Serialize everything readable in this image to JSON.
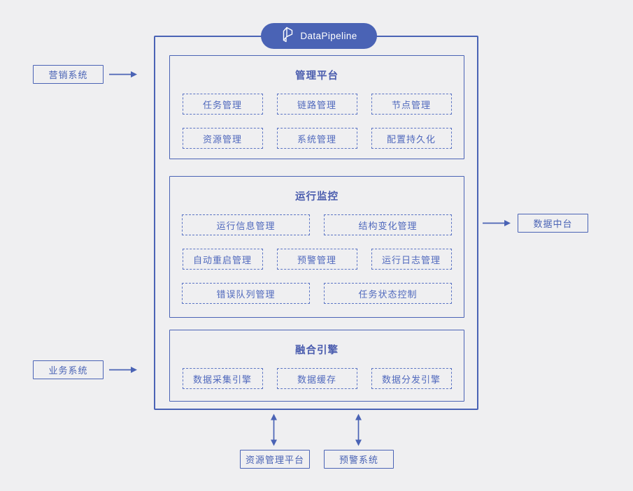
{
  "badge": {
    "label": "DataPipeline",
    "logo": "datapipeline-cube-logo"
  },
  "colors": {
    "accent": "#4a63b5",
    "dashed_border": "#5b74c4",
    "module_text": "#5069bd",
    "section_title": "#4a5cae",
    "background": "#efeff1",
    "badge_text": "#ffffff"
  },
  "sections": [
    {
      "title": "管理平台",
      "rows": [
        [
          "任务管理",
          "链路管理",
          "节点管理"
        ],
        [
          "资源管理",
          "系统管理",
          "配置持久化"
        ]
      ]
    },
    {
      "title": "运行监控",
      "rows": [
        [
          "运行信息管理",
          "结构变化管理"
        ],
        [
          "自动重启管理",
          "预警管理",
          "运行日志管理"
        ],
        [
          "错误队列管理",
          "任务状态控制"
        ]
      ]
    },
    {
      "title": "融合引擎",
      "rows": [
        [
          "数据采集引擎",
          "数据缓存",
          "数据分发引擎"
        ]
      ]
    }
  ],
  "external": {
    "marketing": {
      "label": "营销系统"
    },
    "business": {
      "label": "业务系统"
    },
    "data_middle_platform": {
      "label": "数据中台"
    },
    "resource_platform": {
      "label": "资源管理平台"
    },
    "alert_system": {
      "label": "预警系统"
    }
  },
  "arrows": [
    {
      "name": "marketing-to-platform",
      "direction": "right"
    },
    {
      "name": "business-to-platform",
      "direction": "right"
    },
    {
      "name": "platform-to-data-middle",
      "direction": "right"
    },
    {
      "name": "platform-resource-bidirectional",
      "direction": "both-vertical"
    },
    {
      "name": "platform-alert-bidirectional",
      "direction": "both-vertical"
    }
  ]
}
